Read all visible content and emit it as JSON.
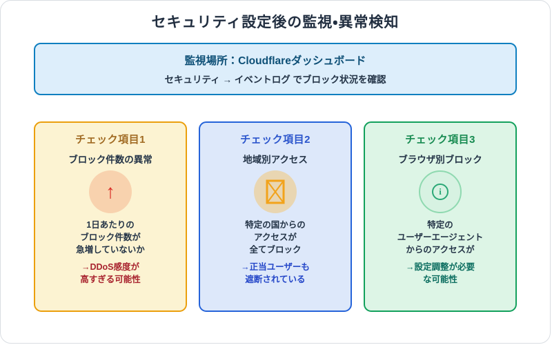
{
  "page": {
    "title": "セキュリティ設定後の監視・異常検知"
  },
  "info_box": {
    "title": "監視場所：Cloudflareダッシュボード",
    "subtitle": "セキュリティ → イベントログ でブロック状況を確認",
    "background": "#ddeefb",
    "border_color": "#0f7fc0"
  },
  "cards": [
    {
      "title": "チェック項目1",
      "subtitle": "ブロック件数の異常",
      "icon": "arrow-up-icon",
      "icon_glyph": "↑",
      "icon_color": "#d92b25",
      "circle_color": "#f8d2ae",
      "body": "1日あたりの\nブロック件数が\n急増していないか",
      "note": "→DDoS感度が\n高すぎる可能性",
      "background": "#fcf3d2",
      "border_color": "#eb9f0c",
      "title_color": "#a06a22",
      "note_color": "#a8232e"
    },
    {
      "title": "チェック項目2",
      "subtitle": "地域別アクセス",
      "icon": "missing-glyph-box-icon",
      "icon_color": "#f2a31b",
      "circle_color": "#e9d6b2",
      "body": "特定の国からの\nアクセスが\n全てブロック",
      "note": "→正当ユーザーも\n遮断されている",
      "background": "#dde8fa",
      "border_color": "#2563d9",
      "title_color": "#2b55cc",
      "note_color": "#2446c8"
    },
    {
      "title": "チェック項目3",
      "subtitle": "ブラウザ別ブロック",
      "icon": "info-icon",
      "icon_glyph": "i",
      "icon_color": "#2aa876",
      "circle_color": "#d7f2e2",
      "body": "特定の\nユーザーエージェント\nからのアクセスが",
      "note": "→設定調整が必要\nな可能性",
      "background": "#ddf5e6",
      "border_color": "#12a05c",
      "title_color": "#168a50",
      "note_color": "#0c6e60"
    }
  ]
}
